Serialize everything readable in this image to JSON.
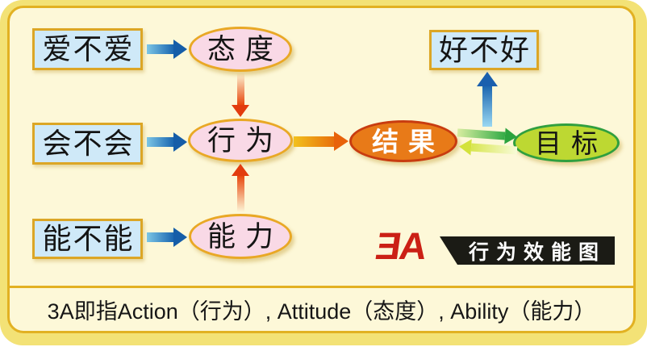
{
  "nodes": {
    "love_q": "爱不爱",
    "can_q": "会不会",
    "able_q": "能不能",
    "good_q": "好不好",
    "attitude": "态度",
    "behavior": "行为",
    "ability": "能力",
    "result": "结果",
    "goal": "目标"
  },
  "logo": {
    "mark": "ƎA",
    "banner_text": "行为效能图"
  },
  "caption": "3A即指Action（行为）, Attitude（态度）, Ability（能力）",
  "colors": {
    "outer_band": "#f3e276",
    "panel_bg": "#fdf8d8",
    "gold_border": "#e2b122",
    "question_box_fill": "#cfe9f8",
    "question_box_border": "#dca625",
    "ellipse_fill": "#f9d9e6",
    "ellipse_border": "#e9a825",
    "result_fill": "#e87a18",
    "result_border": "#c83c10",
    "goal_fill": "#bdd832",
    "goal_border": "#2f9f3f",
    "arrow_blue": "#1a66b0",
    "arrow_red": "#e23c0e",
    "arrow_orange": "#e8620a",
    "arrow_green": "#2ba33e",
    "arrow_yellow_green": "#d3e23c",
    "logo_red": "#cb2015",
    "banner_bg": "#1b1b15"
  }
}
